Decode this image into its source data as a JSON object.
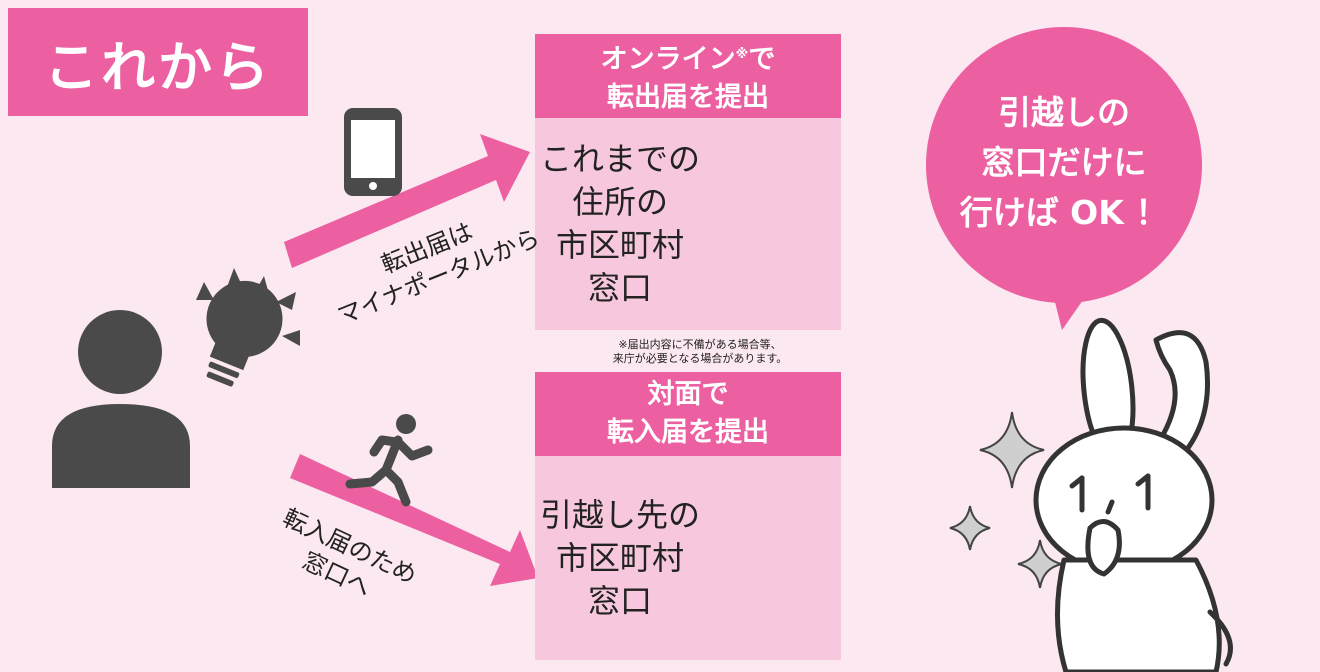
{
  "title": "これから",
  "online_box": {
    "header_line1": "オンライン",
    "header_mark": "※",
    "header_line1_suffix": "で",
    "header_line2": "転出届を提出",
    "body_lines": [
      "これまでの",
      "住所の",
      "市区町村",
      "窓口"
    ]
  },
  "footnote": {
    "line1": "※届出内容に不備がある場合等、",
    "line2": "来庁が必要となる場合があります。"
  },
  "inperson_box": {
    "header_line1": "対面で",
    "header_line2": "転入届を提出",
    "body_lines": [
      "引越し先の",
      "市区町村",
      "窓口"
    ]
  },
  "arrow_top_label": [
    "転出届は",
    "マイナポータルから"
  ],
  "arrow_bottom_label": [
    "転入届のため",
    "窓口へ"
  ],
  "speech_bubble": [
    "引越しの",
    "窓口だけに",
    "行けば OK ！"
  ],
  "colors": {
    "background": "#fce8f0",
    "accent": "#ec5fa0",
    "box_body": "#f7c8dd",
    "icon_dark": "#4a4a4a",
    "building": "#7a7a7a"
  },
  "icons": [
    "smartphone-icon",
    "lightbulb-icon",
    "person-icon",
    "running-person-icon",
    "building-icon",
    "sparkle-icon",
    "rabbit-mascot"
  ]
}
